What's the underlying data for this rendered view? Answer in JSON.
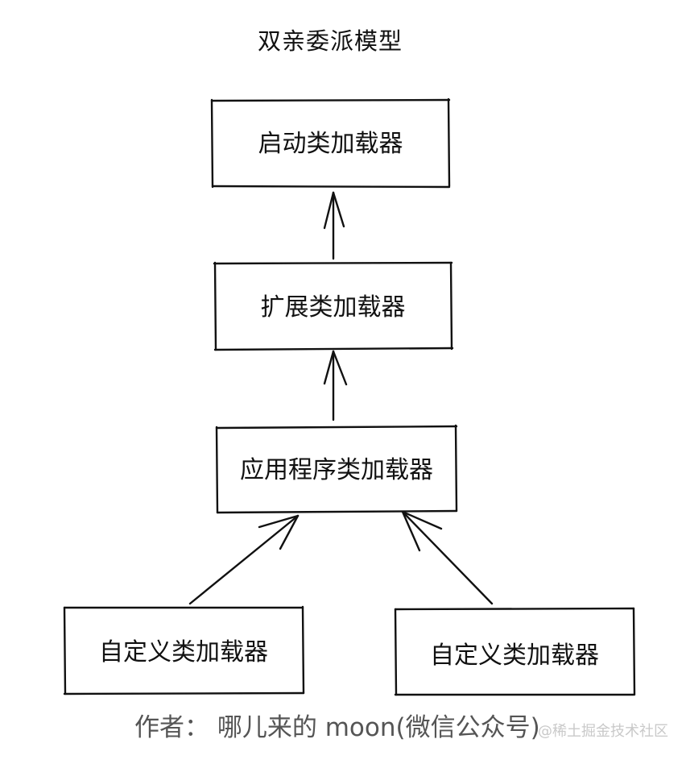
{
  "diagram": {
    "title": "双亲委派模型",
    "nodes": {
      "bootstrap": "启动类加载器",
      "extension": "扩展类加载器",
      "application": "应用程序类加载器",
      "custom_left": "自定义类加载器",
      "custom_right": "自定义类加载器"
    },
    "caption": "作者：  哪儿来的 moon(微信公众号)",
    "watermark": "@稀土掘金技术社区"
  }
}
